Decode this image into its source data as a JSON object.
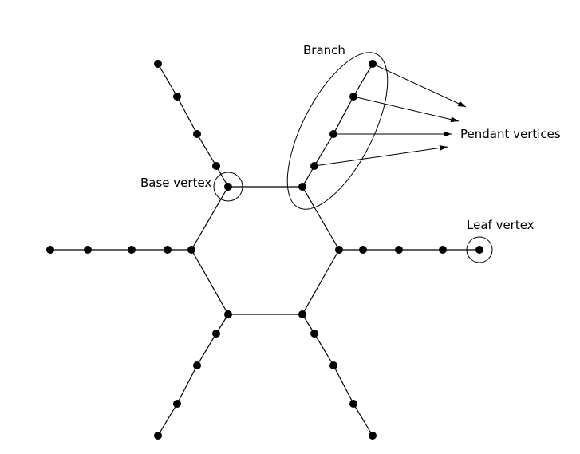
{
  "labels": {
    "branch": "Branch",
    "pendant": "Pendant vertices",
    "base": "Base vertex",
    "leaf": "Leaf vertex"
  },
  "colors": {
    "stroke": "#000000",
    "background": "#ffffff"
  }
}
